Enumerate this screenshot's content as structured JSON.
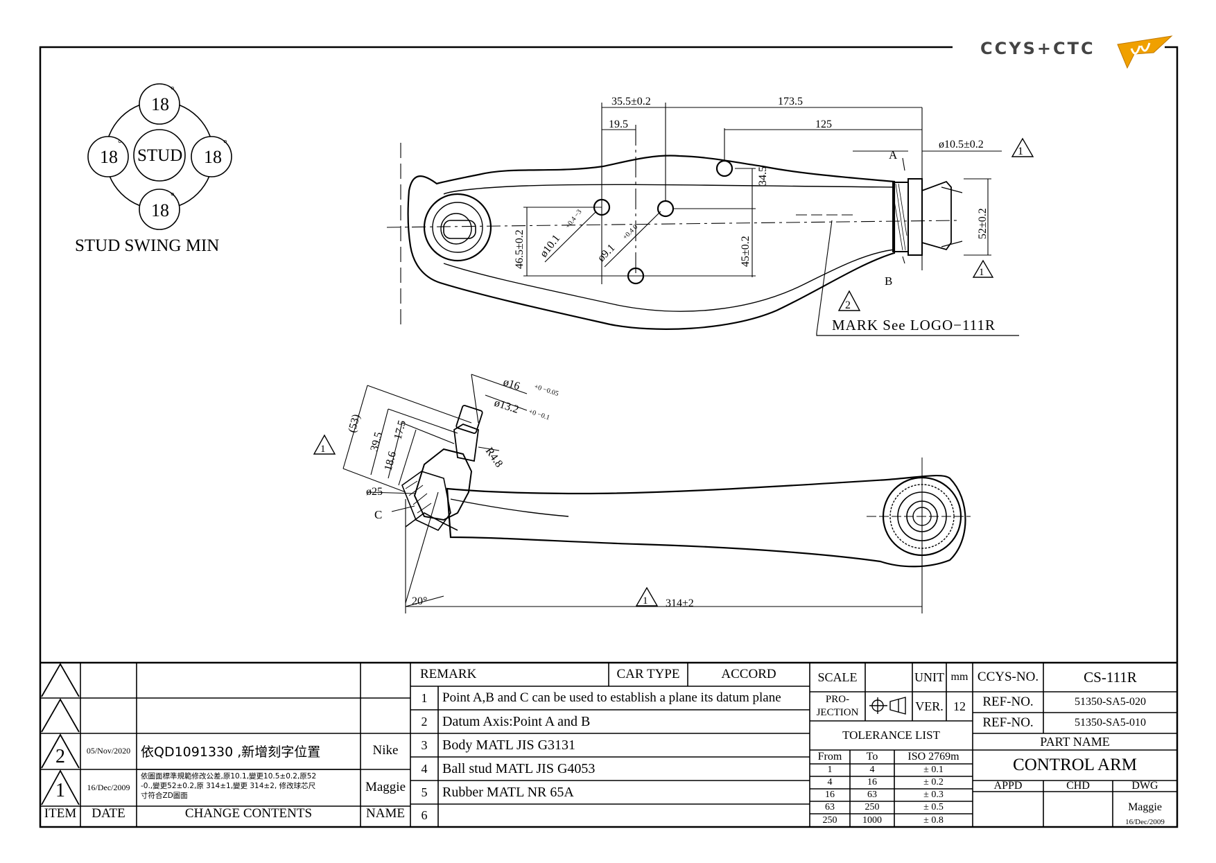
{
  "logo": {
    "text": "CCYS+CTC"
  },
  "stud_swing": {
    "top": "18",
    "left": "18",
    "right": "18",
    "bottom": "18",
    "center": "STUD",
    "degree": "°",
    "caption": "STUD SWING MIN"
  },
  "dims_top": {
    "d35": "35.5±0.2",
    "d173": "173.5",
    "d19": "19.5",
    "d125": "125",
    "d10_5": "ø10.5±0.2",
    "d34": "34.5",
    "d46": "46.5±0.2",
    "d10_1": "ø10.1",
    "d10_1_tol": "+0.4 −3",
    "d9_1": "ø9.1",
    "d9_1_tol": "+0.4 0",
    "d45": "45±0.2",
    "d52": "52±0.2",
    "point_a": "A",
    "point_b": "B",
    "mark_note": "MARK  See  LOGO−111R"
  },
  "dims_bottom": {
    "d16": "ø16",
    "d16_tol": "+0 −0.05",
    "d13": "ø13.2",
    "d13_tol": "+0 −0.1",
    "d53": "(53)",
    "d39": "39.5",
    "d18": "18.6",
    "d17": "17.5",
    "r48": "R4.8",
    "d25": "ø25",
    "point_c": "C",
    "d20": "20°",
    "d314": "314±2"
  },
  "revision_symbols": [
    "1",
    "2"
  ],
  "changes": {
    "headers": {
      "item": "ITEM",
      "date": "DATE",
      "contents": "CHANGE CONTENTS",
      "name": "NAME"
    },
    "rows": [
      {
        "item": "2",
        "date": "05/Nov/2020",
        "content": "依QD1091330 ,新增刻字位置",
        "name": "Nike"
      },
      {
        "item": "1",
        "date": "16/Dec/2009",
        "content_1": "依圖面標準規範修改公差,原10.1,變更10.5±0.2,原52",
        "content_2": "-0.,變更52±0.2,原 314±1,變更 314±2, 修改球芯尺",
        "content_3": "寸符合ZD圖面",
        "name": "Maggie"
      }
    ]
  },
  "remarks": {
    "header": "REMARK",
    "car_type_label": "CAR TYPE",
    "car_type": "ACCORD",
    "items": [
      {
        "no": "1",
        "text": "Point A,B and C can be used to establish a plane its datum plane"
      },
      {
        "no": "2",
        "text": "Datum Axis:Point A and B"
      },
      {
        "no": "3",
        "text": "Body MATL JIS G3131"
      },
      {
        "no": "4",
        "text": "Ball stud MATL JIS G4053"
      },
      {
        "no": "5",
        "text": "Rubber MATL NR 65A"
      },
      {
        "no": "6",
        "text": ""
      }
    ]
  },
  "scale": {
    "label": "SCALE",
    "unit_label": "UNIT",
    "unit": "mm",
    "projection_1": "PRO-",
    "projection_2": "JECTION",
    "ver_label": "VER.",
    "ver": "12"
  },
  "tolerance": {
    "title": "TOLERANCE LIST",
    "headers": [
      "From",
      "To",
      "ISO 2769m"
    ],
    "rows": [
      [
        "1",
        "4",
        "± 0.1"
      ],
      [
        "4",
        "16",
        "± 0.2"
      ],
      [
        "16",
        "63",
        "± 0.3"
      ],
      [
        "63",
        "250",
        "± 0.5"
      ],
      [
        "250",
        "1000",
        "± 0.8"
      ]
    ]
  },
  "part": {
    "ccys_label": "CCYS-NO.",
    "ccys_no": "CS-111R",
    "ref_label_1": "REF-NO.",
    "ref_no_1": "51350-SA5-020",
    "ref_label_2": "REF-NO.",
    "ref_no_2": "51350-SA5-010",
    "part_name_label": "PART NAME",
    "part_name": "CONTROL ARM",
    "appd": "APPD",
    "chd": "CHD",
    "dwg": "DWG",
    "dwg_name": "Maggie",
    "dwg_date": "16/Dec/2009"
  }
}
